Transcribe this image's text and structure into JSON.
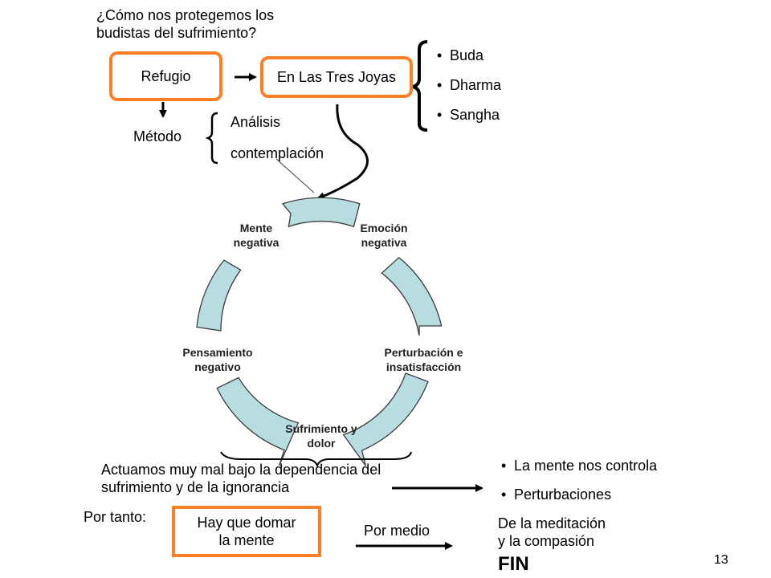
{
  "title_question": [
    "¿Cómo nos protegemos los",
    "budistas del sufrimiento?"
  ],
  "refugio": "Refugio",
  "tres_joyas": "En Las Tres Joyas",
  "joyas": [
    "Buda",
    "Dharma",
    "Sangha"
  ],
  "metodo": "Método",
  "metodo_items": [
    "Análisis",
    "contemplación"
  ],
  "cycle": {
    "mente_negativa": [
      "Mente",
      "negativa"
    ],
    "emocion_negativa": [
      "Emoción",
      "negativa"
    ],
    "perturbacion": [
      "Perturbación e",
      "insatisfacción"
    ],
    "sufrimiento": [
      "Sufrimiento y",
      "dolor"
    ],
    "pensamiento": [
      "Pensamiento",
      "negativo"
    ],
    "segment_color": "#b7dde3"
  },
  "actuamos": [
    "Actuamos muy mal bajo la dependencia del",
    "sufrimiento y de la ignorancia"
  ],
  "consecuencias": [
    "La mente nos controla",
    "Perturbaciones"
  ],
  "por_tanto": "Por tanto:",
  "domar": [
    "Hay que domar",
    "la mente"
  ],
  "por_medio": "Por medio",
  "meditacion": [
    "De la meditación",
    "y la compasión"
  ],
  "fin": "FIN",
  "page_number": "13",
  "accent_color": "#ff7f27"
}
